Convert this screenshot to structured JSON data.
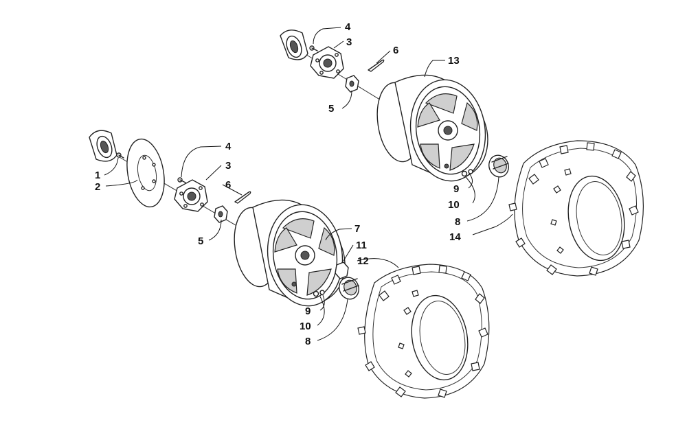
{
  "callouts": {
    "c1": "1",
    "c2": "2",
    "c3a": "3",
    "c3b": "3",
    "c4a": "4",
    "c4b": "4",
    "c5a": "5",
    "c5b": "5",
    "c6a": "6",
    "c6b": "6",
    "c7": "7",
    "c8a": "8",
    "c8b": "8",
    "c9a": "9",
    "c9b": "9",
    "c10a": "10",
    "c10b": "10",
    "c11": "11",
    "c12": "12",
    "c13": "13",
    "c14": "14"
  }
}
